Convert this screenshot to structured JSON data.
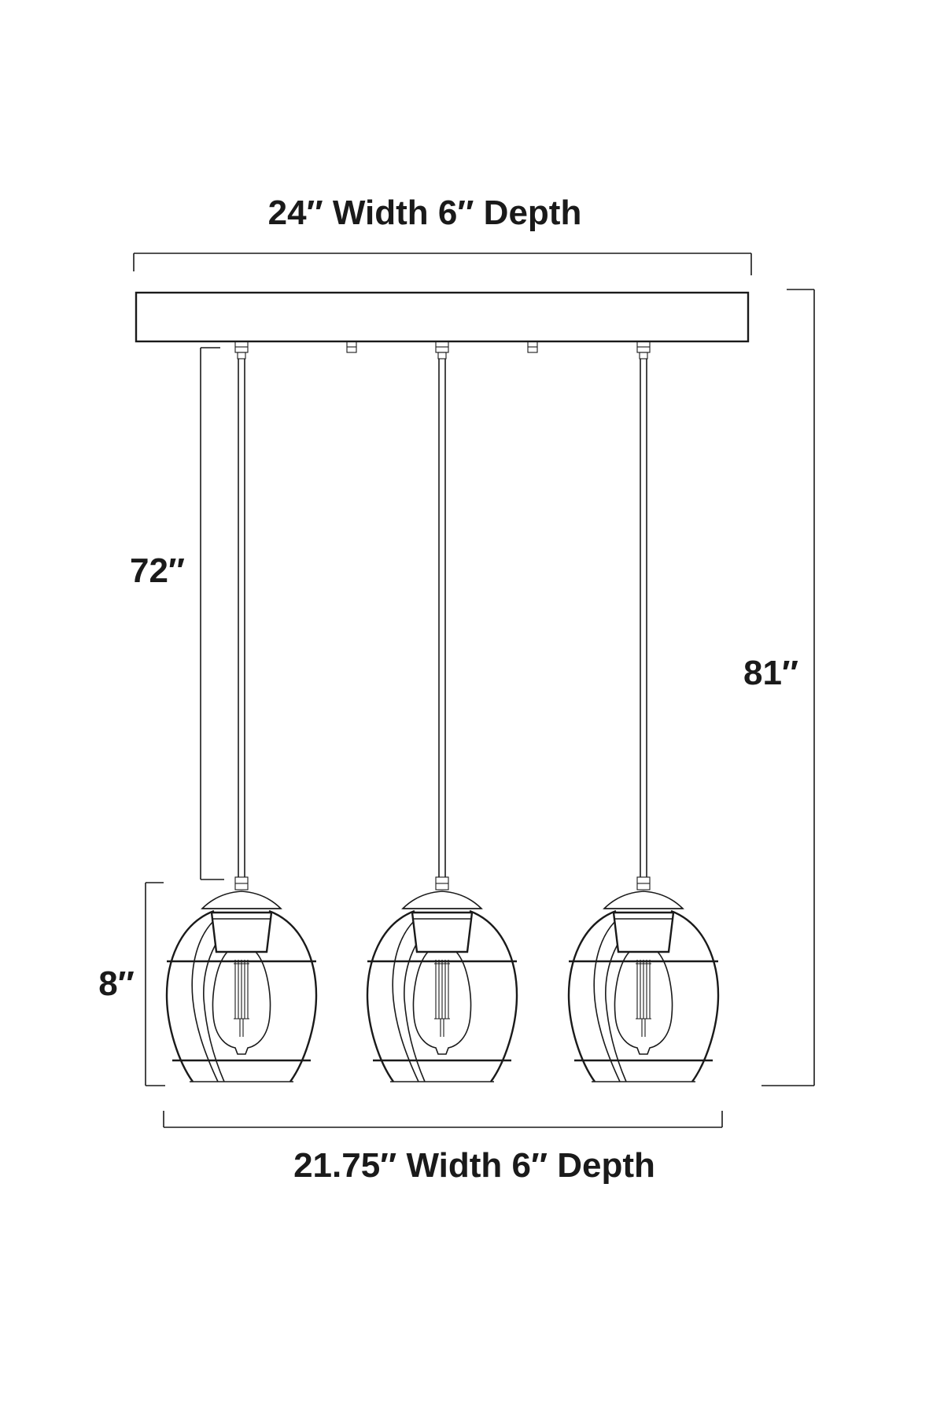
{
  "dimensions": {
    "canopy_width": "24″ Width 6″ Depth",
    "cord_length": "72″",
    "total_height": "81″",
    "shade_height": "8″",
    "fixture_width": "21.75″ Width  6″ Depth"
  },
  "pendant_count": 3,
  "colors": {
    "line": "#1a1a1a",
    "background": "#ffffff"
  }
}
